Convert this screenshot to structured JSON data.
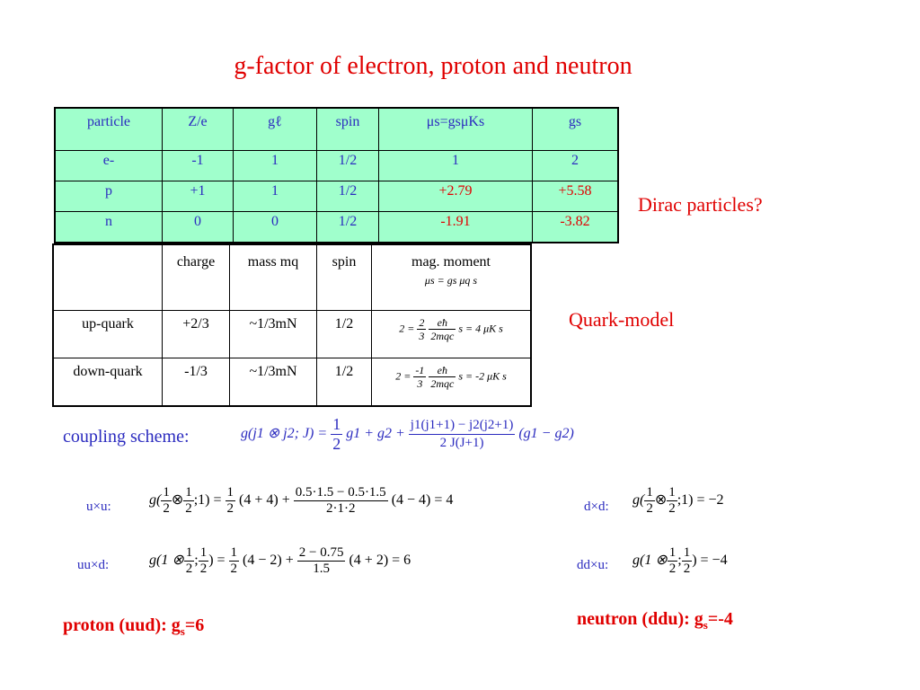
{
  "title": "g-factor of electron, proton and neutron",
  "table1": {
    "headers": [
      "particle",
      "Z/e",
      "gℓ",
      "spin",
      "μs=gsμKs",
      "gs"
    ],
    "rows": [
      [
        "e-",
        "-1",
        "1",
        "1/2",
        "1",
        "2"
      ],
      [
        "p",
        "+1",
        "1",
        "1/2",
        "+2.79",
        "+5.58"
      ],
      [
        "n",
        "0",
        "0",
        "1/2",
        "-1.91",
        "-3.82"
      ]
    ],
    "highlight_color": "#e00000",
    "cell_bg": "#a0ffcc"
  },
  "table2": {
    "headers": [
      "",
      "charge",
      "mass mq",
      "spin",
      "mag. moment"
    ],
    "header_formula": "μs = gs μq s",
    "rows": [
      {
        "name": "up-quark",
        "charge": "+2/3",
        "mass": "~1/3mN",
        "spin": "1/2",
        "formula_prefix": "2",
        "frac1_n": "2",
        "frac1_d": "3",
        "frac2_n": "eħ",
        "frac2_d": "2mqc",
        "formula_suffix": "s = 4 μK s"
      },
      {
        "name": "down-quark",
        "charge": "-1/3",
        "mass": "~1/3mN",
        "spin": "1/2",
        "formula_prefix": "2",
        "frac1_n": "-1",
        "frac1_d": "3",
        "frac2_n": "eħ",
        "frac2_d": "2mqc",
        "formula_suffix": "s = -2 μK s"
      }
    ]
  },
  "side_labels": {
    "dirac": "Dirac particles?",
    "quark_model": "Quark-model"
  },
  "coupling": {
    "label": "coupling scheme:",
    "lhs": "g(j1 ⊗ j2; J) =",
    "half_n": "1",
    "half_d": "2",
    "mid": "g1 + g2 +",
    "big_n": "j1(j1+1) − j2(j2+1)",
    "big_d": "2 J(J+1)",
    "tail": "(g1 − g2)"
  },
  "examples": {
    "uxu": {
      "label": "u×u:",
      "lhs": "g(",
      "a_n": "1",
      "a_d": "2",
      "op": "⊗",
      "b_n": "1",
      "b_d": "2",
      "close": ";1) =",
      "h_n": "1",
      "h_d": "2",
      "mid": "(4 + 4) +",
      "f_n": "0.5·1.5 − 0.5·1.5",
      "f_d": "2·1·2",
      "tail": "(4 − 4) = 4"
    },
    "dxd": {
      "label": "d×d:",
      "lhs": "g(",
      "a_n": "1",
      "a_d": "2",
      "op": "⊗",
      "b_n": "1",
      "b_d": "2",
      "tail": ";1) = −2"
    },
    "uuxd": {
      "label": "uu×d:",
      "lhs": "g(1 ⊗",
      "b_n": "1",
      "b_d": "2",
      "semi": ";",
      "c_n": "1",
      "c_d": "2",
      "close": ") =",
      "h_n": "1",
      "h_d": "2",
      "mid": "(4 − 2) +",
      "f_n": "2 − 0.75",
      "f_d": "1.5",
      "tail": "(4 + 2) = 6"
    },
    "ddxu": {
      "label": "dd×u:",
      "lhs": "g(1 ⊗",
      "b_n": "1",
      "b_d": "2",
      "semi": ";",
      "c_n": "1",
      "c_d": "2",
      "tail": ") = −4"
    }
  },
  "conclusions": {
    "proton": "proton (uud): g",
    "proton_sub": "s",
    "proton_val": "=6",
    "neutron": "neutron (ddu): g",
    "neutron_sub": "s",
    "neutron_val": "=-4"
  }
}
